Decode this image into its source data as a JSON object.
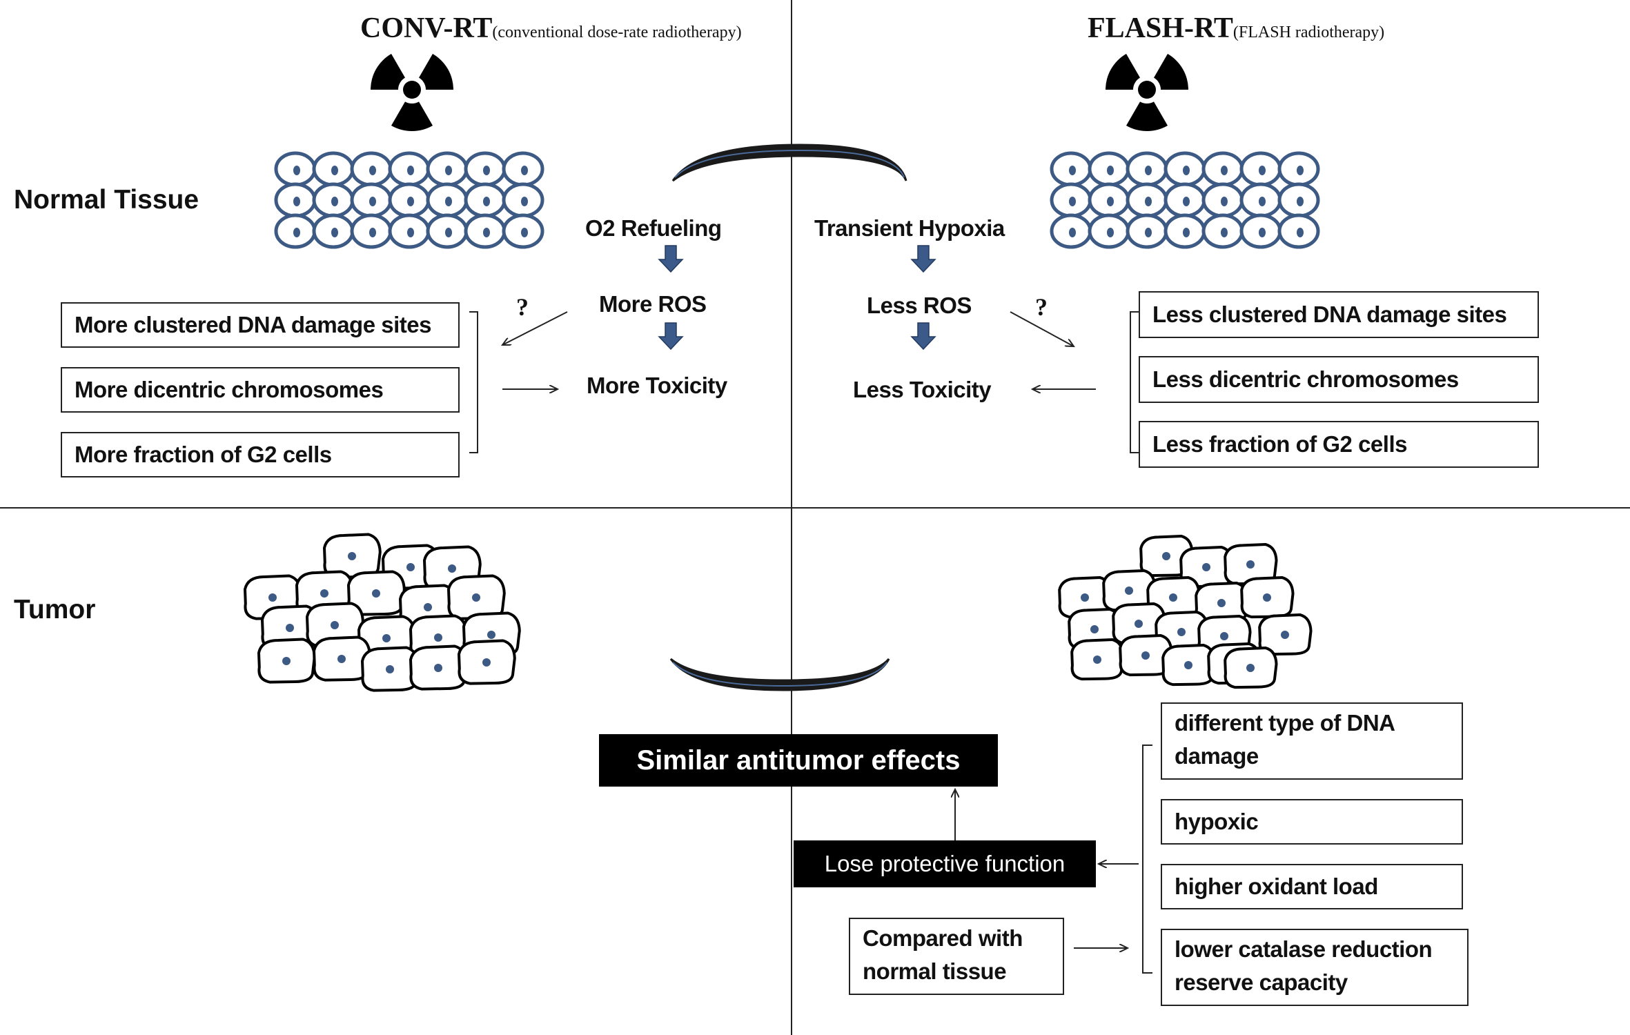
{
  "header": {
    "conv": {
      "main": "CONV-RT",
      "sub": "(conventional dose-rate radiotherapy)"
    },
    "flash": {
      "main": "FLASH-RT",
      "sub": "(FLASH radiotherapy)"
    }
  },
  "sections": {
    "normal": "Normal Tissue",
    "tumor": "Tumor"
  },
  "conv": {
    "chain": [
      "O2 Refueling",
      "More ROS",
      "More Toxicity"
    ],
    "question": "?",
    "boxes": [
      "More clustered DNA damage sites",
      "More  dicentric chromosomes",
      "More fraction of G2 cells"
    ]
  },
  "flash": {
    "chain": [
      "Transient Hypoxia",
      "Less ROS",
      "Less Toxicity"
    ],
    "question": "?",
    "boxes": [
      "Less clustered DNA damage sites",
      "Less  dicentric chromosomes",
      "Less  fraction of G2 cells"
    ]
  },
  "tumor": {
    "effect": "Similar antitumor effects",
    "lose": "Lose protective function",
    "compared": "Compared with normal tissue",
    "properties": [
      "different type of DNA damage",
      "hypoxic",
      "higher oxidant load",
      "lower catalase reduction reserve capacity"
    ]
  },
  "colors": {
    "arrow_blue": "#3b5a8a",
    "cell_nucleus": "#3d5a85",
    "black": "#000000"
  },
  "icons": [
    "radiation-icon",
    "normal-cells-icon",
    "tumor-cells-icon",
    "down-arrow-icon",
    "comparison-bracket-icon"
  ]
}
